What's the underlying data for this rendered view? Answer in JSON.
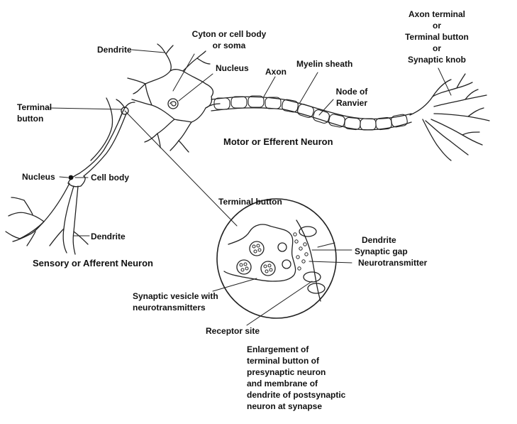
{
  "motor_neuron": {
    "caption": "Motor or Efferent Neuron",
    "dendrite": "Dendrite",
    "cyton": [
      "Cyton or cell body",
      "or soma"
    ],
    "nucleus": "Nucleus",
    "axon": "Axon",
    "myelin": "Myelin sheath",
    "node": [
      "Node of",
      "Ranvier"
    ],
    "axon_terminal": [
      "Axon terminal",
      "or",
      "Terminal button",
      "or",
      "Synaptic knob"
    ]
  },
  "sensory_neuron": {
    "caption": "Sensory or Afferent Neuron",
    "terminal_button": [
      "Terminal",
      "button"
    ],
    "nucleus": "Nucleus",
    "cell_body": "Cell body",
    "dendrite": "Dendrite"
  },
  "synapse": {
    "terminal_button": "Terminal button",
    "dendrite": "Dendrite",
    "synaptic_gap": "Synaptic gap",
    "neurotransmitter": "Neurotransmitter",
    "vesicle": [
      "Synaptic vesicle with",
      "neurotransmitters"
    ],
    "receptor": "Receptor site",
    "caption": [
      "Enlargement of",
      "terminal button of",
      "presynaptic neuron",
      "and membrane of",
      "dendrite of postsynaptic",
      "neuron at synapse"
    ]
  }
}
